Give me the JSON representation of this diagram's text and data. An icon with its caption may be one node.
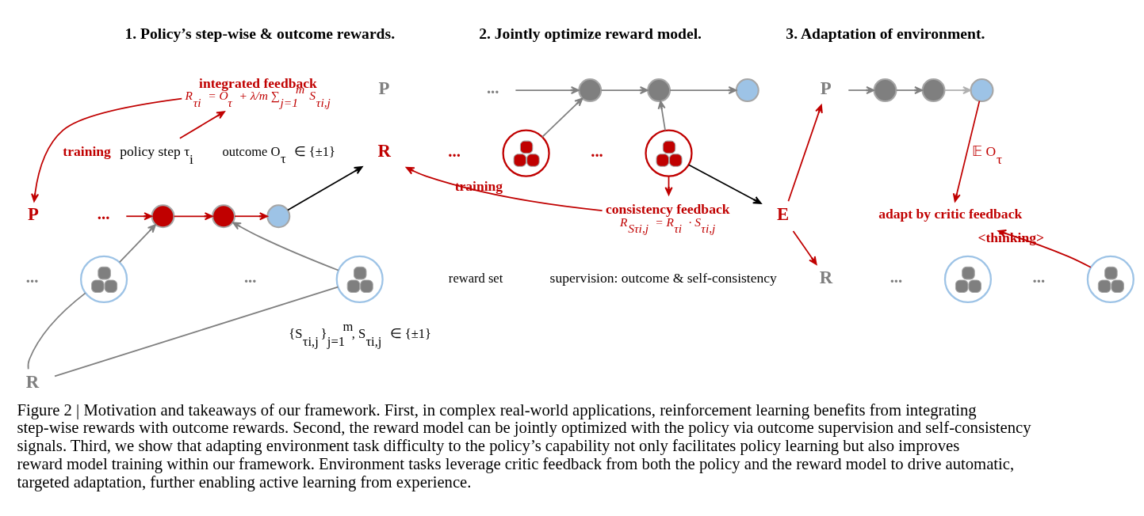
{
  "diagram": {
    "caption": "Figure 2 | Motivation and takeaways of our framework. First, in complex real-world applications, reinforcement learning benefits from integrating step-wise rewards with outcome rewards. Second, the reward model can be jointly optimized with the policy via outcome supervision and self-consistency signals. Third, we show that adapting environment task difficulty to the policy’s capability not only facilitates policy learning but also improves reward model training within our framework. Environment tasks leverage critic feedback from both the policy and the reward model to drive automatic, targeted adaptation, further enabling active learning from experience.",
    "nodes": [
      {
        "text": [
          "integrated feedback",
          "R$_{τi}$ = O$_{τ}$ + λ/m ∑$_{j=1}$$^{m}$ S$_{τi,j}$"
        ]
      },
      {
        "text": [
          "policy step τ$_{i}$"
        ]
      },
      {
        "text": [
          "P"
        ]
      },
      {
        "text": [
          "..."
        ]
      },
      {
        "text": [],
        "shape": "circle"
      },
      {
        "text": [],
        "shape": "circle"
      },
      {
        "text": [],
        "shape": "circle",
        "beside": [
          "outcome O$_{τ}$ ∈ {±1}"
        ]
      },
      {
        "text": [
          "R"
        ]
      },
      {
        "text": [],
        "shape": "circle"
      },
      {
        "text": [],
        "shape": "circle",
        "beside": [
          "reward set",
          "{S$_{τi,j}$}$_{j=1}$$^{m}$, S$_{τi,j}$ ∈ {±1}"
        ]
      },
      {
        "text": [
          "..."
        ]
      },
      {
        "text": [],
        "shape": "circle"
      },
      {
        "text": [],
        "shape": "circle"
      },
      {
        "text": [],
        "shape": "circle"
      },
      {
        "text": [
          "R"
        ]
      },
      {
        "text": [],
        "shape": "circle"
      },
      {
        "text": [],
        "shape": "circle"
      },
      {
        "text": [
          "consistency feedback",
          "R$_{Sτi,j}$ = R$_{τi}$ · S$_{τi,j}$"
        ]
      },
      {
        "text": [
          "P"
        ]
      },
      {
        "text": [],
        "shape": "circle"
      },
      {
        "text": [],
        "shape": "circle"
      },
      {
        "text": [],
        "shape": "circle"
      },
      {
        "text": [
          "E"
        ]
      },
      {
        "text": [
          "adapt by critic feedback"
        ]
      },
      {
        "text": [
          "R"
        ]
      },
      {
        "text": [],
        "shape": "circle"
      },
      {
        "text": [],
        "shape": "circle"
      }
    ],
    "edges": [
      {
        "from": 1,
        "to": 0,
        "arrow": "to"
      },
      {
        "from": 0,
        "to": 2,
        "arrow": "to",
        "label": "training"
      },
      {
        "from": 3,
        "to": 4,
        "arrow": "to"
      },
      {
        "from": 4,
        "to": 5,
        "arrow": "to"
      },
      {
        "from": 5,
        "to": 6,
        "arrow": "to"
      },
      {
        "from": 8,
        "to": 4,
        "arrow": "to",
        "color": "#808080"
      },
      {
        "from": 9,
        "to": 5,
        "arrow": "to",
        "color": "#808080"
      },
      {
        "from": 7,
        "to": 8,
        "arrow": "none",
        "color": "#808080"
      },
      {
        "from": 7,
        "to": 9,
        "arrow": "none",
        "color": "#808080"
      },
      {
        "from": 6,
        "to": 14,
        "arrow": "to",
        "color": "#000000"
      },
      {
        "from": 10,
        "to": 11,
        "arrow": "to",
        "color": "#808080"
      },
      {
        "from": 11,
        "to": 12,
        "arrow": "to",
        "color": "#808080"
      },
      {
        "from": 12,
        "to": 13,
        "arrow": "to",
        "color": "#808080"
      },
      {
        "from": 15,
        "to": 11,
        "arrow": "to",
        "color": "#808080"
      },
      {
        "from": 16,
        "to": 12,
        "arrow": "to",
        "color": "#808080"
      },
      {
        "from": 16,
        "to": 17,
        "arrow": "to"
      },
      {
        "from": 17,
        "to": 14,
        "arrow": "to",
        "label": "training"
      },
      {
        "from": 16,
        "to": 22,
        "arrow": "to",
        "color": "#000000"
      },
      {
        "from": 18,
        "to": 19,
        "arrow": "to",
        "color": "#808080"
      },
      {
        "from": 19,
        "to": 20,
        "arrow": "to",
        "color": "#808080"
      },
      {
        "from": 20,
        "to": 21,
        "arrow": "to",
        "color": "#b0b0b0"
      },
      {
        "from": 21,
        "to": 23,
        "arrow": "to",
        "label": "𝔼 O$_{τ}$"
      },
      {
        "from": 26,
        "to": 23,
        "arrow": "to",
        "label": "<thinking>"
      },
      {
        "from": 22,
        "to": 18,
        "arrow": "to"
      },
      {
        "from": 22,
        "to": 24,
        "arrow": "to"
      }
    ],
    "labels": [
      "1. Policy’s step-wise & outcome rewards.",
      "...",
      "...",
      "2. Jointly optimize reward model.",
      "P",
      "...",
      "...",
      "supervision: outcome & self-consistency",
      "3. Adaptation of environment.",
      "...",
      "..."
    ]
  }
}
